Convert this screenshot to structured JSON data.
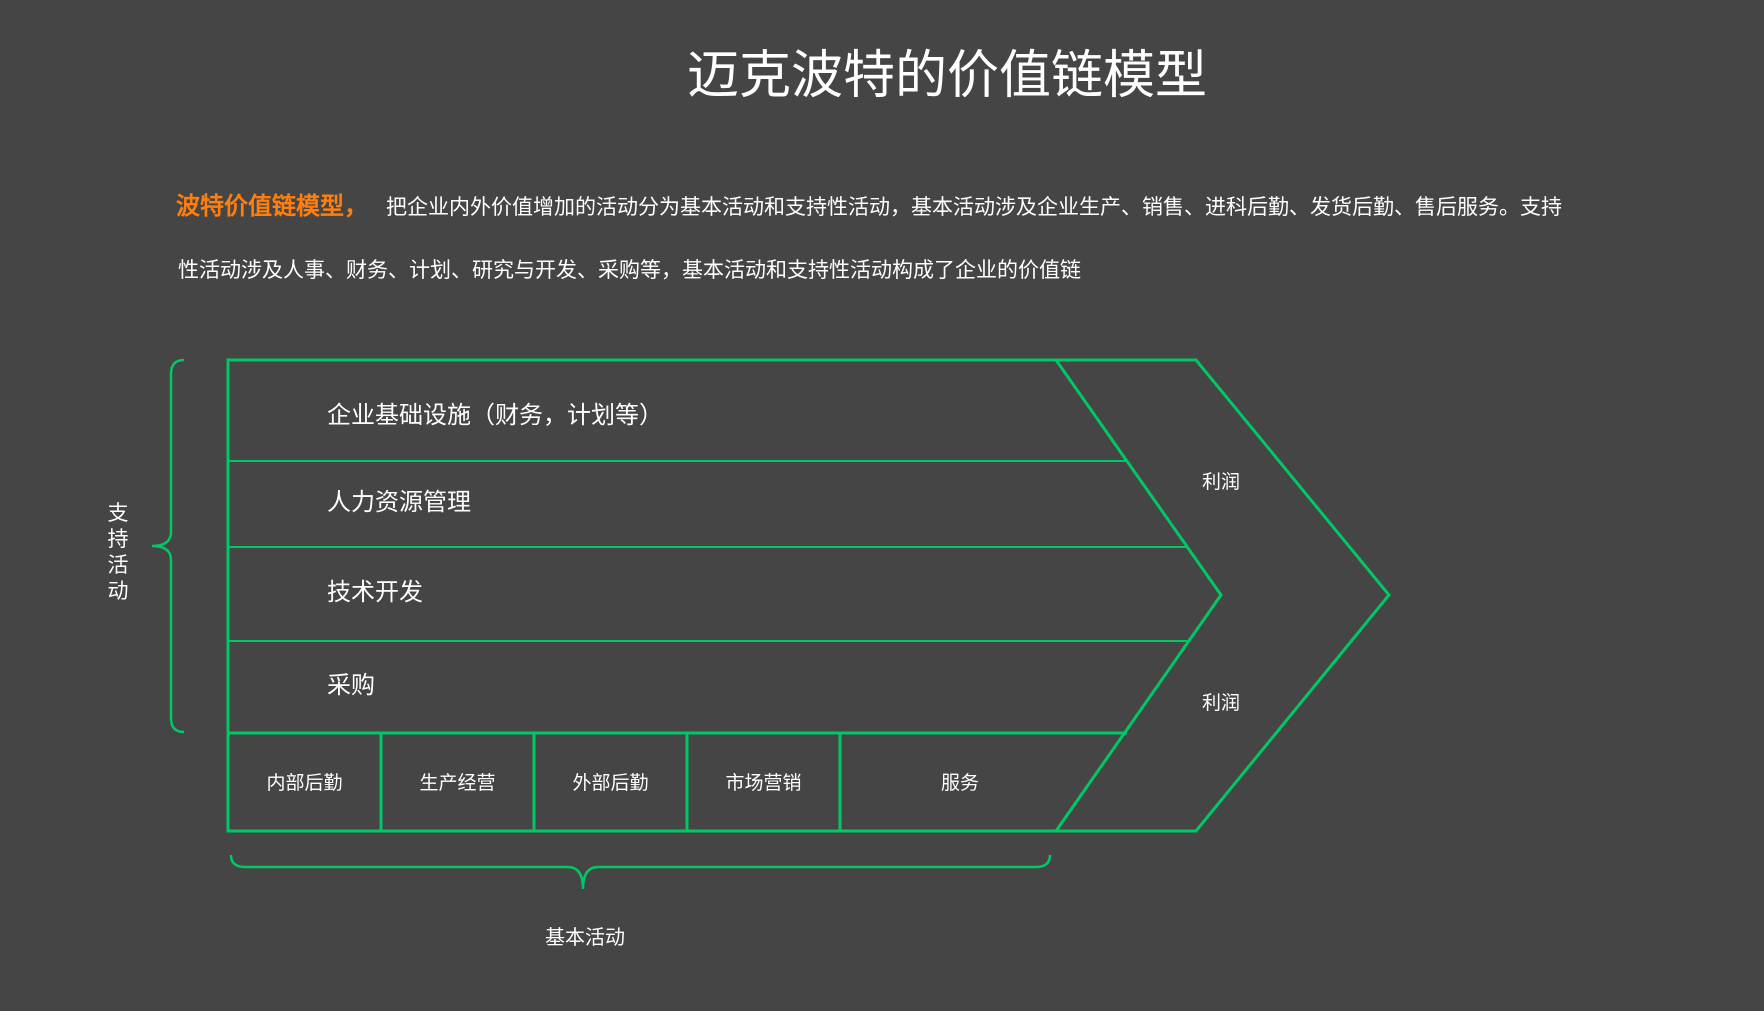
{
  "title": "迈克波特的价值链模型",
  "intro": {
    "highlight": "波特价值链模型，",
    "line1": "把企业内外价值增加的活动分为基本活动和支持性活动，基本活动涉及企业生产、销售、进科后勤、发货后勤、售后服务。支持",
    "line2": "性活动涉及人事、财务、计划、研究与开发、采购等，基本活动和支持性活动构成了企业的价值链"
  },
  "diagram": {
    "line_color": "#00c864",
    "support_label": [
      "支",
      "持",
      "活",
      "动"
    ],
    "support_activities": [
      {
        "label": "企业基础设施（财务，计划等）"
      },
      {
        "label": "人力资源管理"
      },
      {
        "label": "技术开发"
      },
      {
        "label": "采购"
      }
    ],
    "primary_activities": [
      {
        "label": "内部后勤"
      },
      {
        "label": "生产经营"
      },
      {
        "label": "外部后勤"
      },
      {
        "label": "市场营销"
      },
      {
        "label": "服务"
      }
    ],
    "profit_labels": [
      "利润",
      "利润"
    ],
    "primary_label": "基本活动"
  },
  "colors": {
    "background": "#454545",
    "accent_orange": "#ff7f0e",
    "line_green": "#00c864",
    "text": "#ffffff"
  }
}
